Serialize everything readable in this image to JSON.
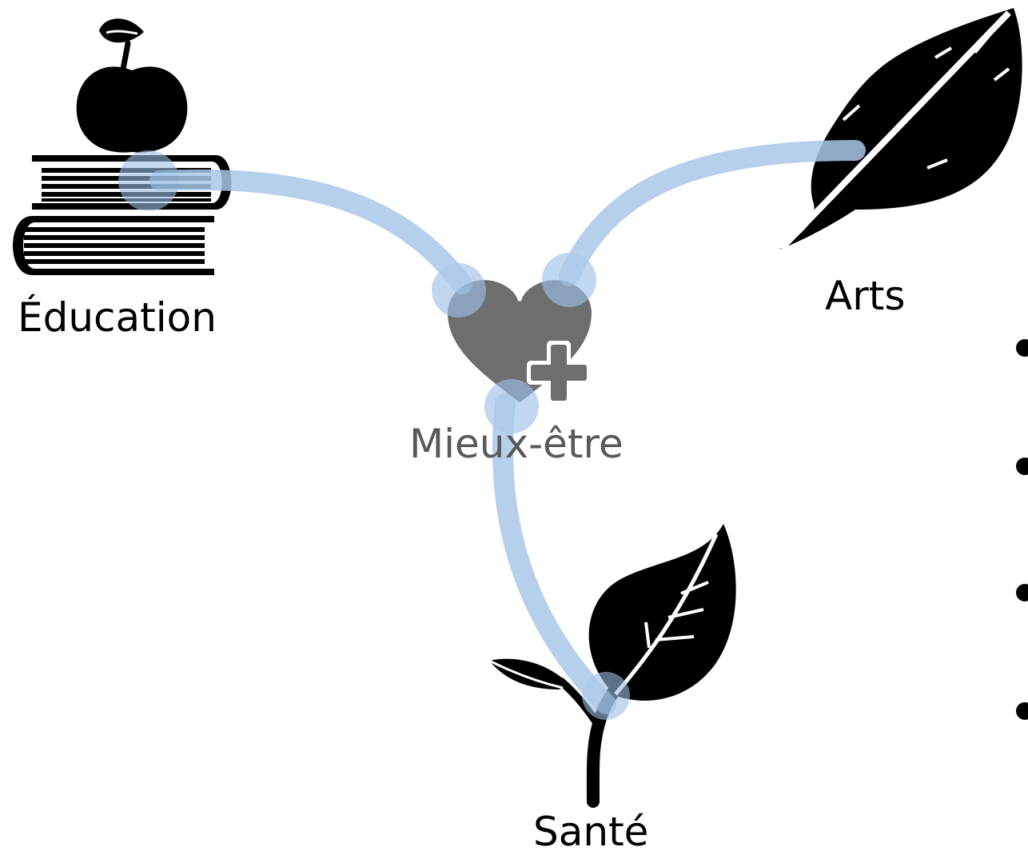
{
  "diagram": {
    "center_label": "Mieux-être",
    "nodes": {
      "education": {
        "label": "Éducation",
        "icon": "apple-on-books-icon"
      },
      "arts": {
        "label": "Arts",
        "icon": "feather-quill-icon"
      },
      "sante": {
        "label": "Santé",
        "icon": "sprouting-leaves-icon"
      }
    },
    "center_icon": "heart-plus-icon",
    "bullet_count": 4
  },
  "colors": {
    "connector": "#a9c8e8",
    "joint": "#9dc0e6",
    "center_icon": "#6e6e6e",
    "center_label": "#595959",
    "icons": "#000000",
    "bullets": "#000000"
  }
}
